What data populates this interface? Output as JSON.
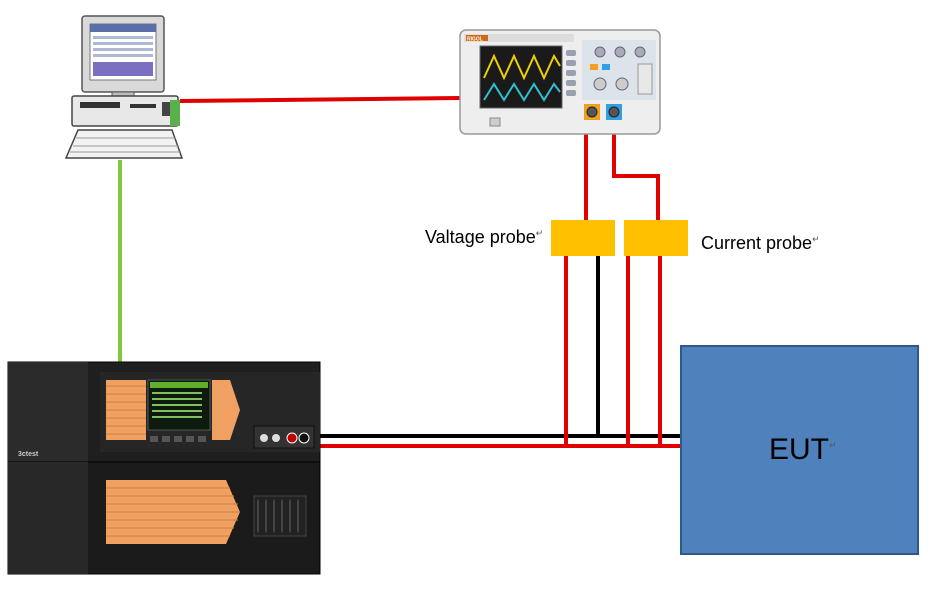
{
  "labels": {
    "voltage_probe": "Valtage probe",
    "current_probe": "Current probe",
    "eut": "EUT",
    "return_mark": "↵"
  },
  "devices": {
    "computer": "computer-monitor-and-pc",
    "oscilloscope": "oscilloscope",
    "power_source": "programmable-ac-power-source"
  },
  "device_text": {
    "scope_brand": "RIGOL",
    "source_brand": "3ctest"
  },
  "colors": {
    "power_wire": "#e00000",
    "neutral_wire": "#000000",
    "data_cable_scope": "#e00000",
    "data_cable_source": "#80c840",
    "probe": "#ffc000",
    "eut_fill": "#4f81bd",
    "eut_border": "#2e5a8a"
  }
}
